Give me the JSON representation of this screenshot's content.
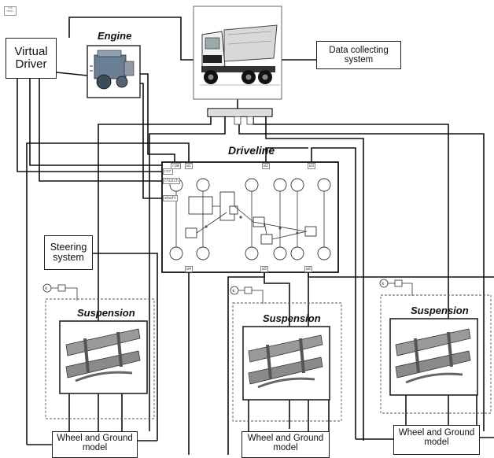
{
  "blocks": {
    "virtual_driver": "Virtual\nDriver",
    "engine": "Engine",
    "data_collecting": "Data collecting\nsystem",
    "driveline": "Driveline",
    "steering": "Steering\nsystem",
    "suspension": "Suspension",
    "wheel_ground": "Wheel and Ground\nmodel"
  },
  "ports": {
    "driveline_top": [
      "rpm",
      "ω1",
      "ω2",
      "ω3"
    ],
    "driveline_left": [
      "ctr",
      "clutch",
      "shaft"
    ],
    "driveline_bottom": [
      "ω4",
      "ω5",
      "ω6"
    ]
  },
  "source_k": "k",
  "stamp": "SIM\nMODEL",
  "colors": {
    "line": "#111111",
    "dashed": "#555555",
    "bg": "#ffffff"
  }
}
